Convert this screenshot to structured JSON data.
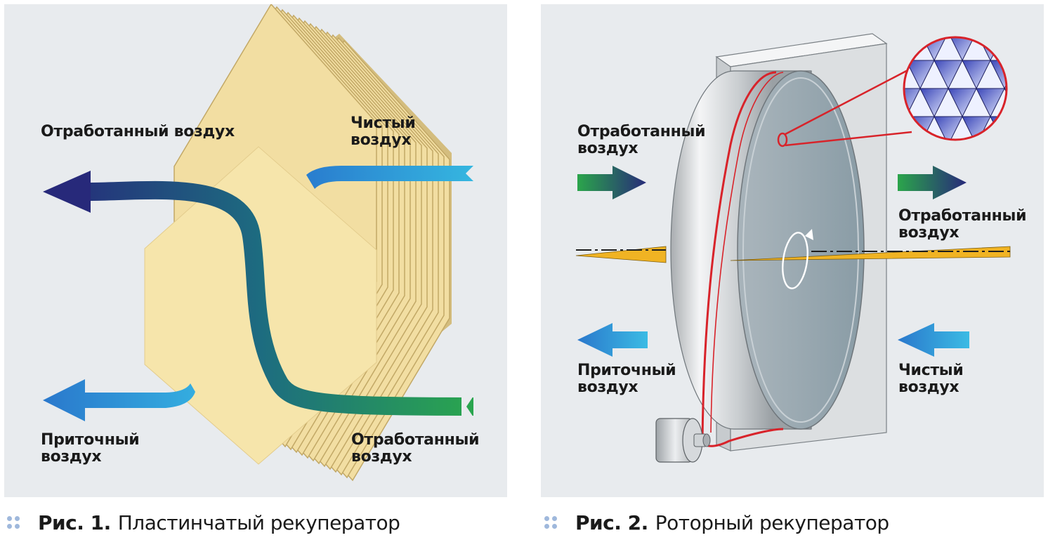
{
  "figure1": {
    "labels": {
      "exhaust_out": "Отработанный воздух",
      "clean_in": "Чистый воздух",
      "supply_out": "Приточный воздух",
      "exhaust_in": "Отработанный воздух"
    },
    "caption_number": "Рис. 1.",
    "caption_text": "Пластинчатый рекуператор"
  },
  "figure2": {
    "labels": {
      "exhaust_in": "Отработанный воздух",
      "exhaust_out": "Отработанный воздух",
      "supply_out": "Приточный воздух",
      "clean_in": "Чистый воздух"
    },
    "caption_number": "Рис. 2.",
    "caption_text": "Роторный рекуператор"
  },
  "colors": {
    "panel_bg": "#e8ebee",
    "plate_light": "#f4e2a6",
    "plate_dark": "#d9c283",
    "exhaust_dark": "#27297a",
    "exhaust_teal": "#1f6f80",
    "exhaust_green": "#2aa64e",
    "supply_blue": "#2a8fd6",
    "drive_belt_red": "#d8232a",
    "rotor_gray": "#8e9ea8",
    "caption_dots": "#9fb8dc"
  }
}
